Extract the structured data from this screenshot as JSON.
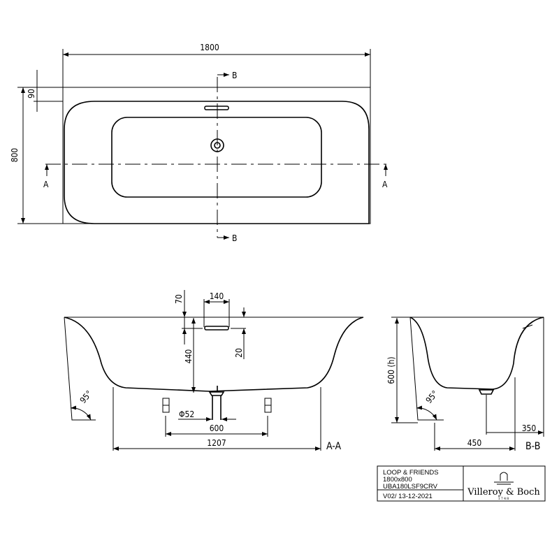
{
  "top_view": {
    "width_dim": "1800",
    "rim_dim": "90",
    "depth_dim": "800",
    "section_a": "A",
    "section_b": "B"
  },
  "section_aa": {
    "dim_70": "70",
    "dim_140": "140",
    "dim_440": "440",
    "dim_20": "20",
    "angle": "95°",
    "drain_dia": "Φ52",
    "dim_600": "600",
    "dim_1207": "1207",
    "label": "A-A"
  },
  "section_bb": {
    "height_dim": "600 (h)",
    "angle": "95°",
    "dim_350": "350",
    "dim_450": "450",
    "label": "B-B"
  },
  "title_block": {
    "product": "LOOP & FRIENDS",
    "size": "1800x800",
    "code": "UBA180LSF9CRV",
    "version": "V02/ 13-12-2021",
    "brand": "Villeroy & Boch",
    "brand_year": "1748"
  }
}
